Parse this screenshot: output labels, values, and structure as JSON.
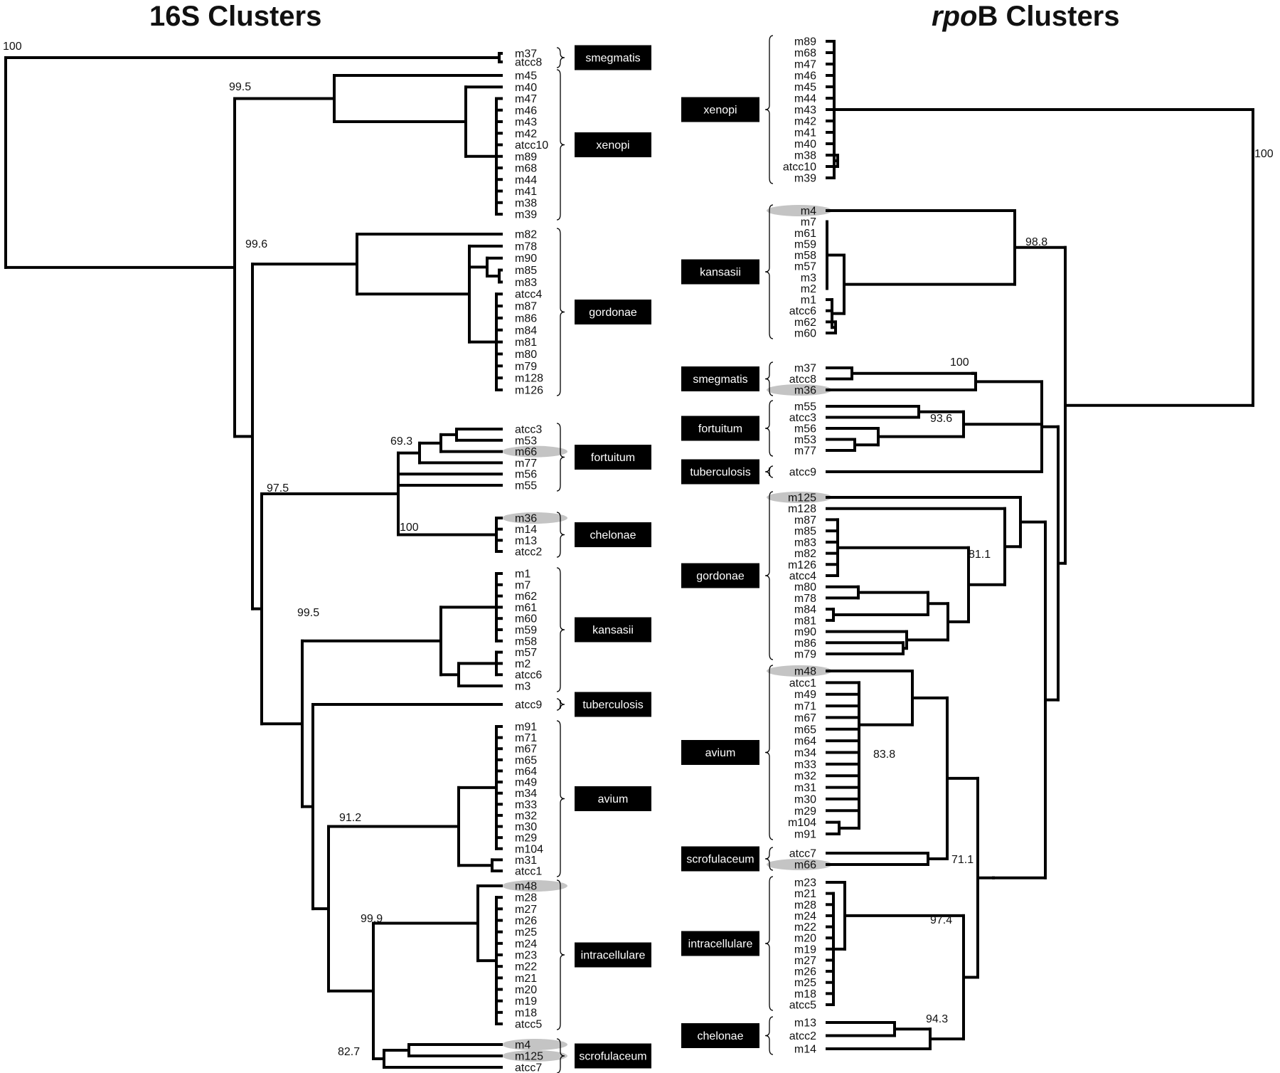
{
  "titles": {
    "left": "16S Clusters",
    "right_italic": "rpo",
    "right_rest": "B Clusters"
  },
  "left_tree": {
    "clusters": [
      {
        "label": "smegmatis",
        "leaves": [
          "m37",
          "atcc8"
        ]
      },
      {
        "label": "xenopi",
        "leaves": [
          "m45",
          "m40",
          "m47",
          "m46",
          "m43",
          "m42",
          "atcc10",
          "m89",
          "m68",
          "m44",
          "m41",
          "m38",
          "m39"
        ]
      },
      {
        "label": "gordonae",
        "leaves": [
          "m82",
          "m78",
          "m90",
          "m85",
          "m83",
          "atcc4",
          "m87",
          "m86",
          "m84",
          "m81",
          "m80",
          "m79",
          "m128",
          "m126"
        ]
      },
      {
        "label": "fortuitum",
        "leaves": [
          "atcc3",
          "m53",
          "m66",
          "m77",
          "m56",
          "m55"
        ]
      },
      {
        "label": "chelonae",
        "leaves": [
          "m36",
          "m14",
          "m13",
          "atcc2"
        ]
      },
      {
        "label": "kansasii",
        "leaves": [
          "m1",
          "m7",
          "m62",
          "m61",
          "m60",
          "m59",
          "m58",
          "m57",
          "m2",
          "atcc6",
          "m3"
        ]
      },
      {
        "label": "tuberculosis",
        "leaves": [
          "atcc9"
        ]
      },
      {
        "label": "avium",
        "leaves": [
          "m91",
          "m71",
          "m67",
          "m65",
          "m64",
          "m49",
          "m34",
          "m33",
          "m32",
          "m30",
          "m29",
          "m104",
          "m31",
          "atcc1"
        ]
      },
      {
        "label": "intracellulare",
        "leaves": [
          "m48",
          "m28",
          "m27",
          "m26",
          "m25",
          "m24",
          "m23",
          "m22",
          "m21",
          "m20",
          "m19",
          "m18",
          "atcc5"
        ]
      },
      {
        "label": "scrofulaceum",
        "leaves": [
          "m4",
          "m125",
          "atcc7"
        ]
      }
    ],
    "highlighted": [
      "m66",
      "m36",
      "m48",
      "m4",
      "m125"
    ],
    "bootstrap": [
      "100",
      "99.5",
      "99.6",
      "69.3",
      "97.5",
      "100",
      "99.5",
      "91.2",
      "99.9",
      "82.7"
    ]
  },
  "right_tree": {
    "clusters": [
      {
        "label": "xenopi",
        "leaves": [
          "m89",
          "m68",
          "m47",
          "m46",
          "m45",
          "m44",
          "m43",
          "m42",
          "m41",
          "m40",
          "m38",
          "atcc10",
          "m39"
        ]
      },
      {
        "label": "kansasii",
        "leaves": [
          "m4",
          "m7",
          "m61",
          "m59",
          "m58",
          "m57",
          "m3",
          "m2",
          "m1",
          "atcc6",
          "m62",
          "m60"
        ]
      },
      {
        "label": "smegmatis",
        "leaves": [
          "m37",
          "atcc8",
          "m36"
        ]
      },
      {
        "label": "fortuitum",
        "leaves": [
          "m55",
          "atcc3",
          "m56",
          "m53",
          "m77"
        ]
      },
      {
        "label": "tuberculosis",
        "leaves": [
          "atcc9"
        ]
      },
      {
        "label": "gordonae",
        "leaves": [
          "m125",
          "m128",
          "m87",
          "m85",
          "m83",
          "m82",
          "m126",
          "atcc4",
          "m80",
          "m78",
          "m84",
          "m81",
          "m90",
          "m86",
          "m79"
        ]
      },
      {
        "label": "avium",
        "leaves": [
          "m48",
          "atcc1",
          "m49",
          "m71",
          "m67",
          "m65",
          "m64",
          "m34",
          "m33",
          "m32",
          "m31",
          "m30",
          "m29",
          "m104",
          "m91"
        ]
      },
      {
        "label": "scrofulaceum",
        "leaves": [
          "atcc7",
          "m66"
        ]
      },
      {
        "label": "intracellulare",
        "leaves": [
          "m23",
          "m21",
          "m28",
          "m24",
          "m22",
          "m20",
          "m19",
          "m27",
          "m26",
          "m25",
          "m18",
          "atcc5"
        ]
      },
      {
        "label": "chelonae",
        "leaves": [
          "m13",
          "atcc2",
          "m14"
        ]
      }
    ],
    "highlighted": [
      "m4",
      "m36",
      "m125",
      "m48",
      "m66"
    ],
    "bootstrap": [
      "100",
      "98.8",
      "100",
      "93.6",
      "81.1",
      "83.8",
      "71.1",
      "97.4",
      "94.3"
    ]
  }
}
